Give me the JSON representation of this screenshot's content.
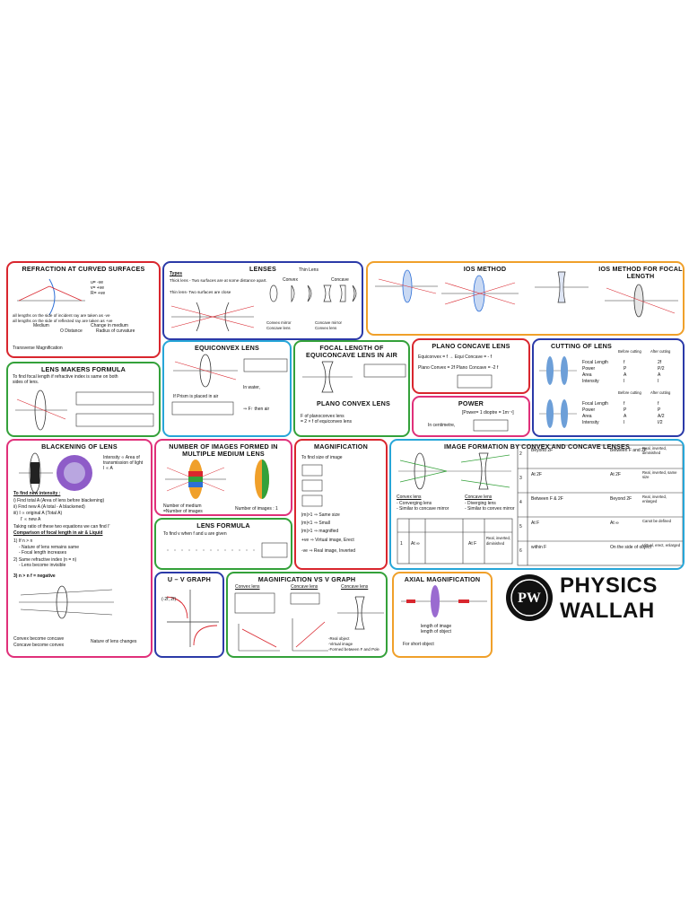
{
  "cards": {
    "refraction": {
      "title": "REFRACTION AT CURVED SURFACES",
      "line1": "u= -ve",
      "line2": "v= +ve",
      "line3": "R= +ve",
      "note1": "all lengths on the side of incident ray are taken as -ve",
      "note2": "all lengths on the side of reflected ray are taken as +ve",
      "th1": "Medium",
      "th2": "Change in medium",
      "th3": "O Distance",
      "th4": "Radius of curvature",
      "mag": "Transverse Magnification"
    },
    "lenses": {
      "title": "LENSES",
      "types": "Types",
      "thick": "Thick lens - Two surfaces are at some distance apart.",
      "thin": "Thin lens- Two surfaces are close",
      "thinlens": "Thin Lens",
      "convex": "Convex",
      "concave": "Concave",
      "mirror1": "Convex mirror",
      "mirror2": "Concave lens",
      "mirror3": "Concave mirror",
      "mirror4": "Convex lens"
    },
    "ios": {
      "title": "IOS METHOD"
    },
    "iosfocal": {
      "title": "IOS METHOD FOR FOCAL LENGTH"
    },
    "lensmakers": {
      "title": "LENS MAKERS FORMULA",
      "desc1": "To find focal length if refractive index is same on both",
      "desc2": "sides of lens."
    },
    "equiconvex": {
      "title": "EQUICONVEX LENS",
      "prism": "If Prism is placed in air",
      "water": "In water,",
      "ftthen": "⇒ F↑ then air"
    },
    "focalequi": {
      "title": "FOCAL LENGTH OF EQUICONCAVE LENS IN AIR",
      "plano": "PLANO CONVEX LENS",
      "desc1": "F of planoconvex lens",
      "desc2": "= 2 × f of equiconvex lens"
    },
    "planoconcave": {
      "title": "PLANO CONCAVE LENS",
      "l1": "Equiconvex = f → Equi Concave = - f",
      "l2": "Plano Convex = 2f    Plano Concave = -2 f"
    },
    "power": {
      "title": "POWER",
      "l1": "[Power= 1 dioptre = 1m⁻¹]",
      "l2": "In centimetre,"
    },
    "cutting": {
      "title": "CUTTING OF LENS",
      "before": "Before cutting",
      "after": "After cutting",
      "rows1": [
        "Focal Length",
        "Power",
        "Area",
        "Intensity"
      ],
      "v1b": [
        "f",
        "P",
        "A",
        "I"
      ],
      "v1a": [
        "2f",
        "P/2",
        "A",
        "I"
      ],
      "v2b": [
        "f",
        "P",
        "A",
        "I"
      ],
      "v2a": [
        "f",
        "P",
        "A/2",
        "I/2"
      ]
    },
    "blackening": {
      "title": "BLACKENING OF LENS",
      "int1": "Intensity ∝ Area of",
      "int2": "transmission of light",
      "int3": "I ∝ A",
      "tofind": "To find new intensity :",
      "i1": "i) Find total A (Area of lens before blackening)",
      "i2": "ii) Find new A (A total - A blackened)",
      "i3": "iii) I ∝ original A (Total A)",
      "i4": "I' ∝ new A",
      "take": "Taking ratio of these two equations we can find I'",
      "comp": "Comparison of focal length in air & Liquid",
      "c1": "1) If n > n",
      "c2": "- Nature of lens remains same",
      "c3": "- Focal length increases",
      "c4": "2) Same refractive index (n = n)",
      "c5": "- Lens become invisible",
      "c6": "3) n > n    f = negative",
      "conv": "Convex become concave",
      "conc": "Concave become convex",
      "nat": "Nature of lens changes"
    },
    "numimages": {
      "title": "NUMBER OF IMAGES FORMED IN MULTIPLE MEDIUM LENS",
      "l1": "Number of medium",
      "l2": "=Number of images",
      "l3": "Number of images : 1"
    },
    "lensformula": {
      "title": "LENS FORMULA",
      "l1": "To find v when f and u are given"
    },
    "magnification": {
      "title": "MAGNIFICATION",
      "l1": "To find size of image",
      "r1": "|m|>1 ⇒ Same size",
      "r2": "|m|<1 ⇒ Small",
      "r3": "|m|>1 ⇒ magnified",
      "r4": "+ve ⇒ Virtual image, Erect",
      "r5": "-ve ⇒ Real image, Inverted"
    },
    "imageformation": {
      "title": "IMAGE FORMATION BY CONVEX AND CONCAVE LENSES",
      "convex": "Convex lens",
      "concave": "Concave lens",
      "cv1": "- Converging lens",
      "cv2": "- Similar to concave mirror",
      "cc1": "- Diverging lens",
      "cc2": "- Similar to convex mirror",
      "rows": [
        {
          "n": "2",
          "pos": "Beyond 2F",
          "img": "Between F and 2F",
          "nat": "Real, inverted, diminished"
        },
        {
          "n": "3",
          "pos": "At 2F",
          "img": "At 2F",
          "nat": "Real, inverted, same size"
        },
        {
          "n": "4",
          "pos": "Between F & 2F",
          "img": "Beyond 2F",
          "nat": "Real, inverted, enlarged"
        },
        {
          "n": "5",
          "pos": "At F",
          "img": "At ∞",
          "nat": "Canot be defined"
        },
        {
          "n": "6",
          "pos": "within F",
          "img": "On the side of object",
          "nat": "Virtual, erect, enlarged"
        }
      ],
      "r1n": "1",
      "r1pos": "At ∞",
      "r1img": "At F",
      "r1nat": "Real, inverted, diminished"
    },
    "uv": {
      "title": "U – V GRAPH",
      "pt": "(-2f, 2f)"
    },
    "magvsv": {
      "title": "MAGNIFICATION VS V GRAPH",
      "cv": "Convex lens",
      "cc": "Concave lens",
      "cc2": "Concave lens",
      "n1": "-Real object",
      "n2": "-Virtual image",
      "n3": "-Formed between F and Pole"
    },
    "axial": {
      "title": "AXIAL MAGNIFICATION",
      "l1": "length of image",
      "l2": "length of object",
      "l3": "For short object"
    }
  },
  "logo": {
    "line1": "PHYSICS",
    "line2": "WALLAH",
    "mark": "PW"
  },
  "colors": {
    "purple": "#7b2fbf",
    "red": "#d9262e",
    "green": "#34a13a",
    "blue": "#2d6fd6",
    "cyan": "#27a6d8",
    "orange": "#f0a02a",
    "magenta": "#e0307a",
    "navy": "#2b3aa8"
  }
}
